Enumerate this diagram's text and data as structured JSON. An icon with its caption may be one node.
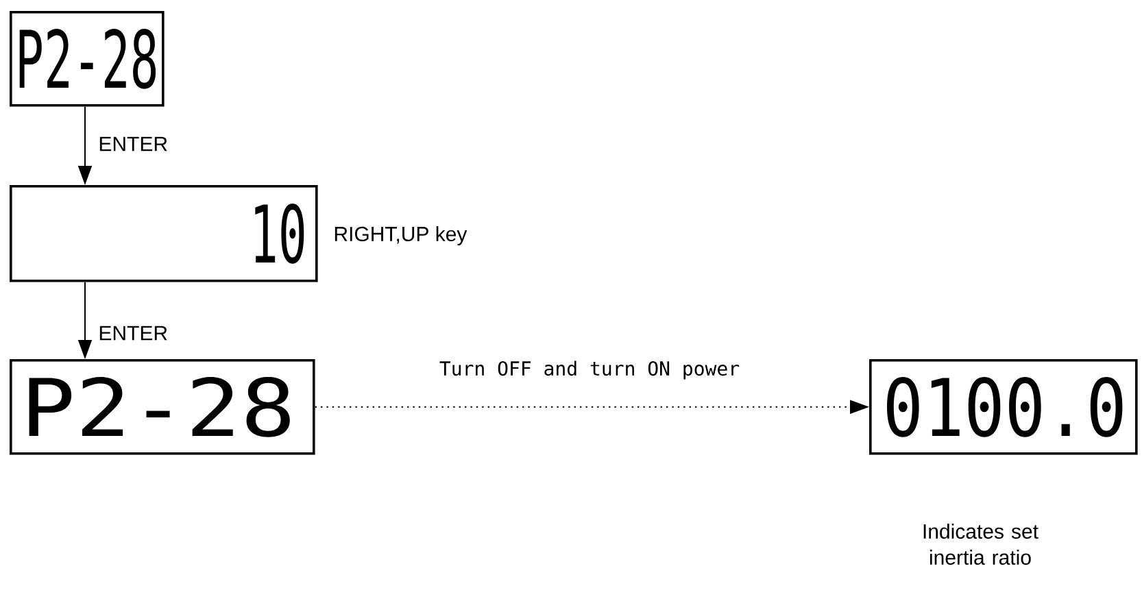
{
  "diagram": {
    "nodes": [
      {
        "text": [
          "P2-28"
        ]
      },
      {
        "text": [
          "10"
        ],
        "beside": [
          "RIGHT,UP key"
        ]
      },
      {
        "text": [
          "P2-28"
        ]
      },
      {
        "text": [
          "0100.0"
        ],
        "beside": [
          "Indicates set inertia ratio"
        ]
      }
    ],
    "edges": [
      {
        "from": 0,
        "to": 1,
        "arrow": "to",
        "label": "ENTER"
      },
      {
        "from": 1,
        "to": 2,
        "arrow": "to",
        "label": "ENTER"
      },
      {
        "from": 2,
        "to": 3,
        "arrow": "to",
        "label": "Turn OFF and turn ON power",
        "style": "dashed"
      }
    ]
  }
}
